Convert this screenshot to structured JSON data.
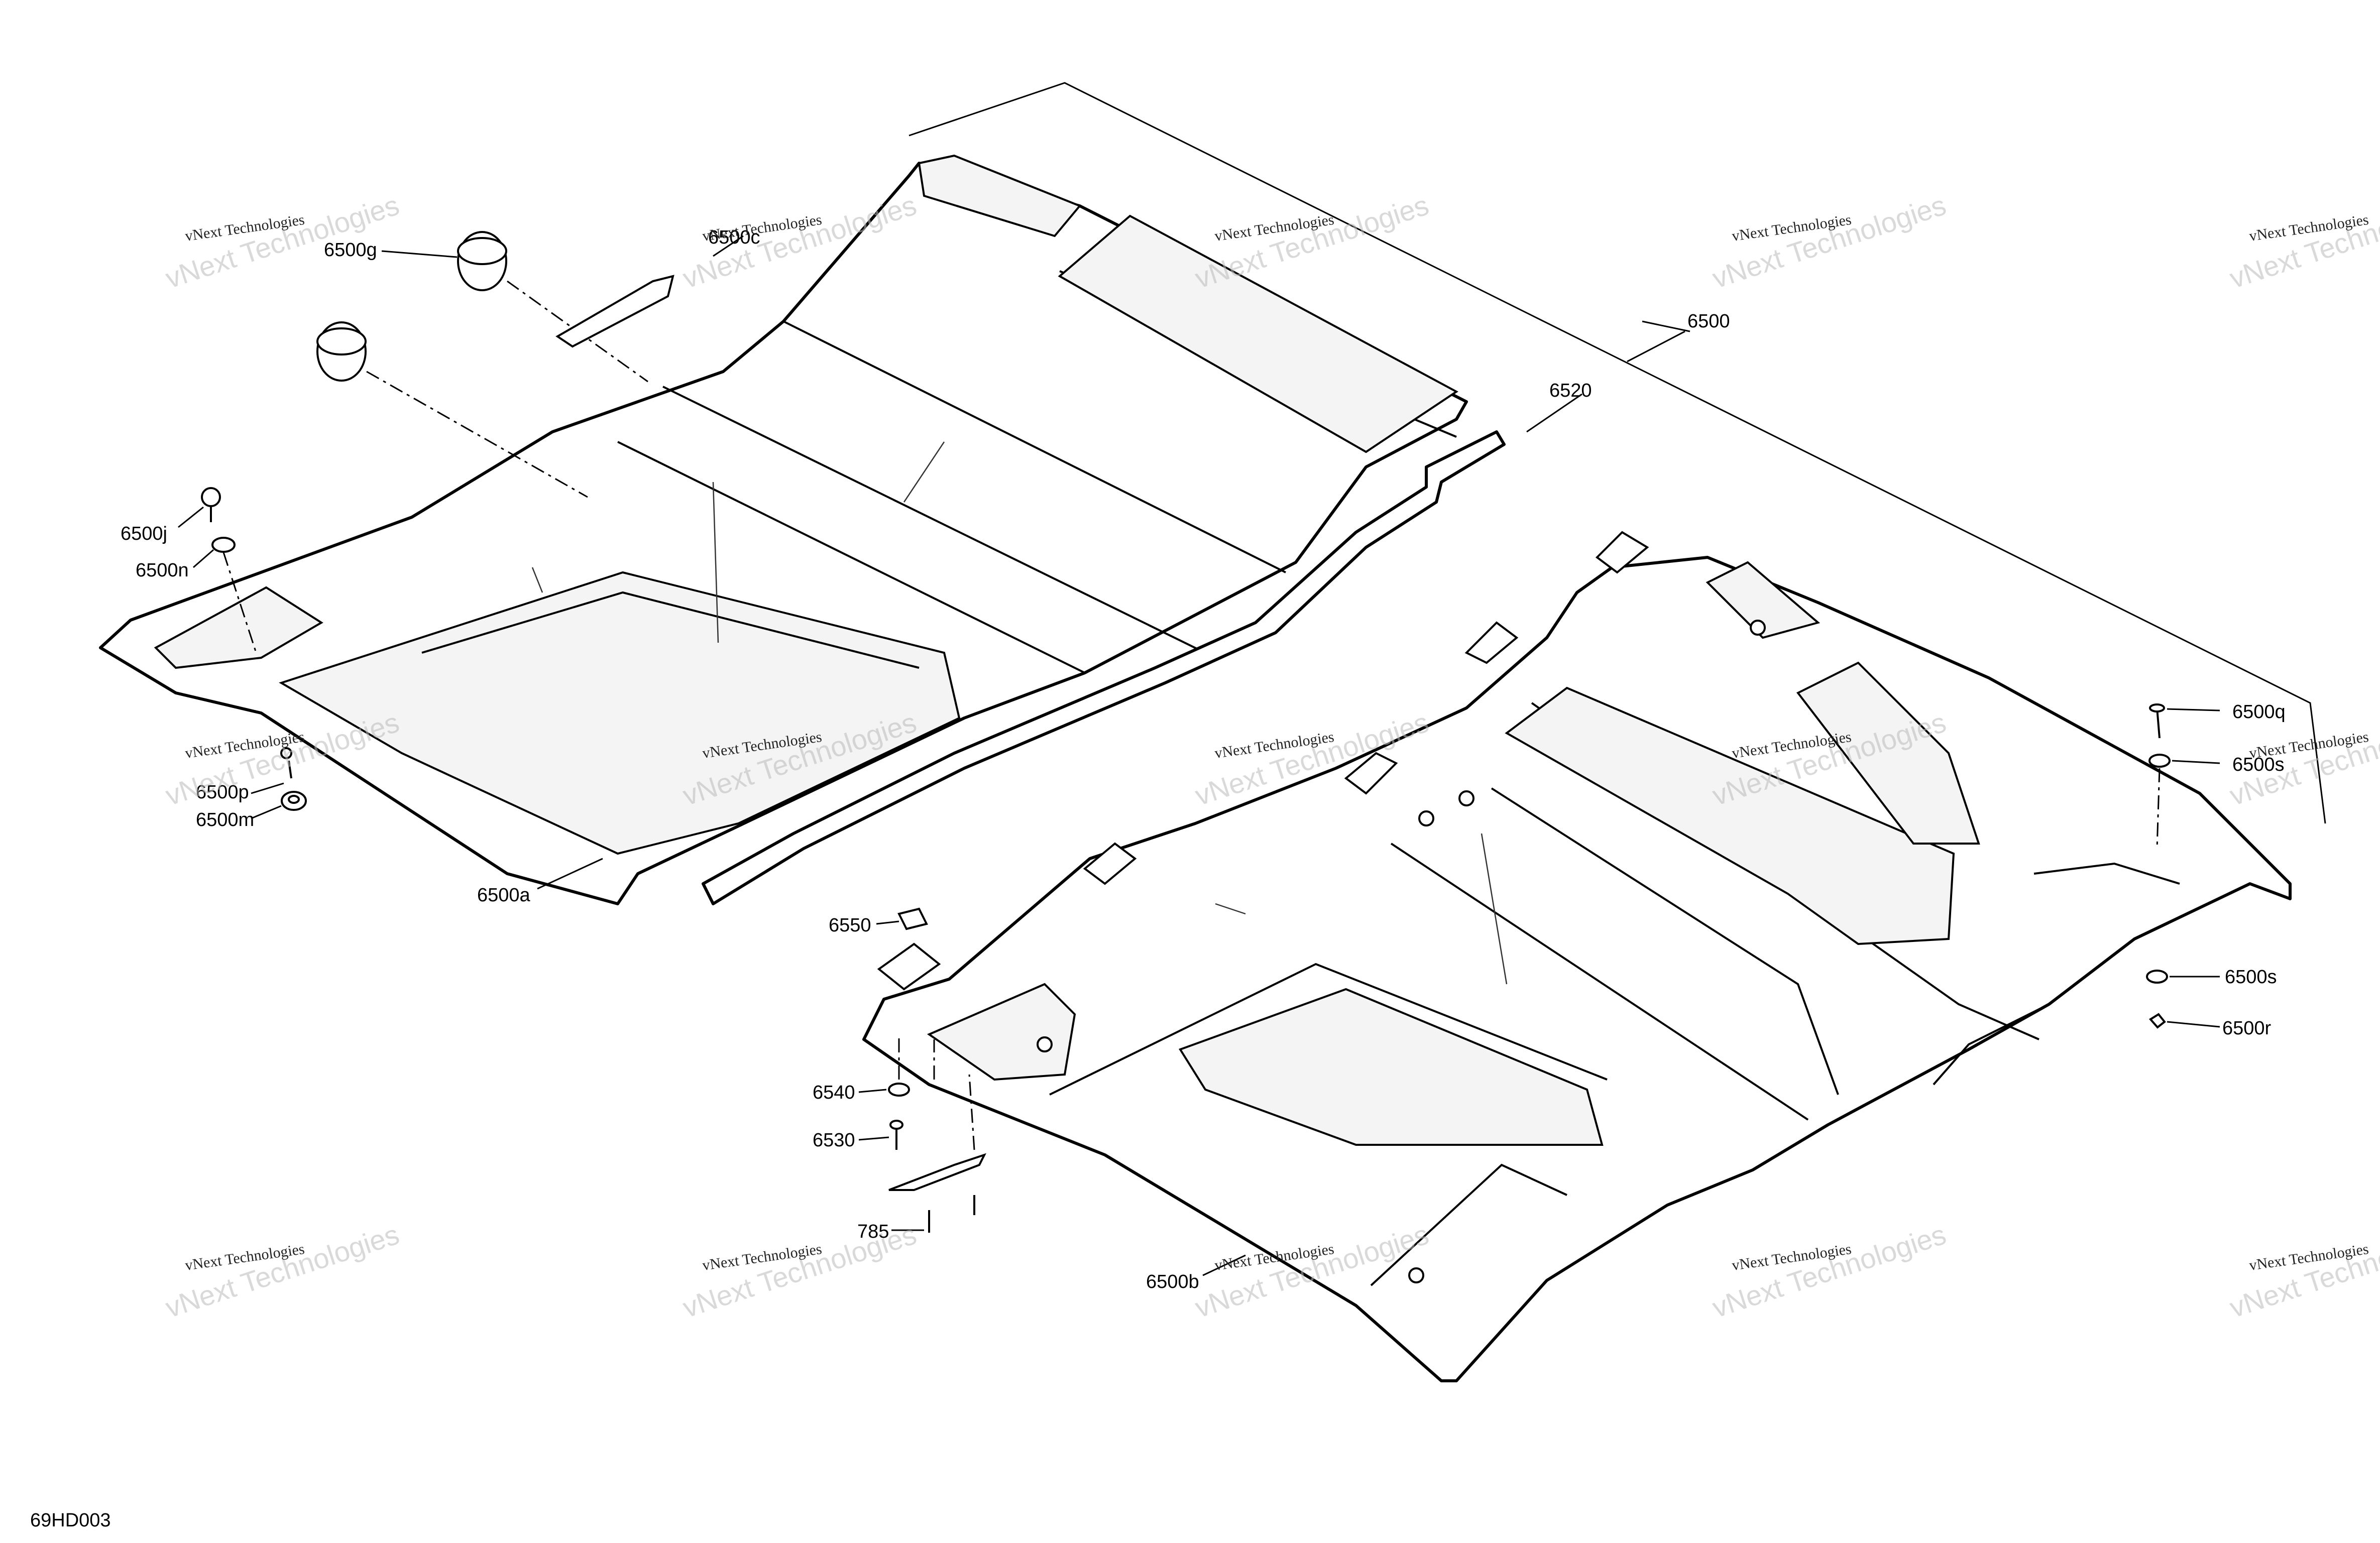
{
  "callouts": {
    "c6500": "6500",
    "c6500a": "6500a",
    "c6500b": "6500b",
    "c6500c": "6500c",
    "c6500g": "6500g",
    "c6500j": "6500j",
    "c6500n": "6500n",
    "c6500p": "6500p",
    "c6500m": "6500m",
    "c6500q": "6500q",
    "c6500s_top": "6500s",
    "c6500s_bottom": "6500s",
    "c6500r": "6500r",
    "c6520": "6520",
    "c6550": "6550",
    "c6540": "6540",
    "c6530": "6530",
    "c785": "785"
  },
  "watermark": {
    "line1": "vNext Technologies",
    "big": "vNext Technologies"
  },
  "drawing_code": "69HD003"
}
